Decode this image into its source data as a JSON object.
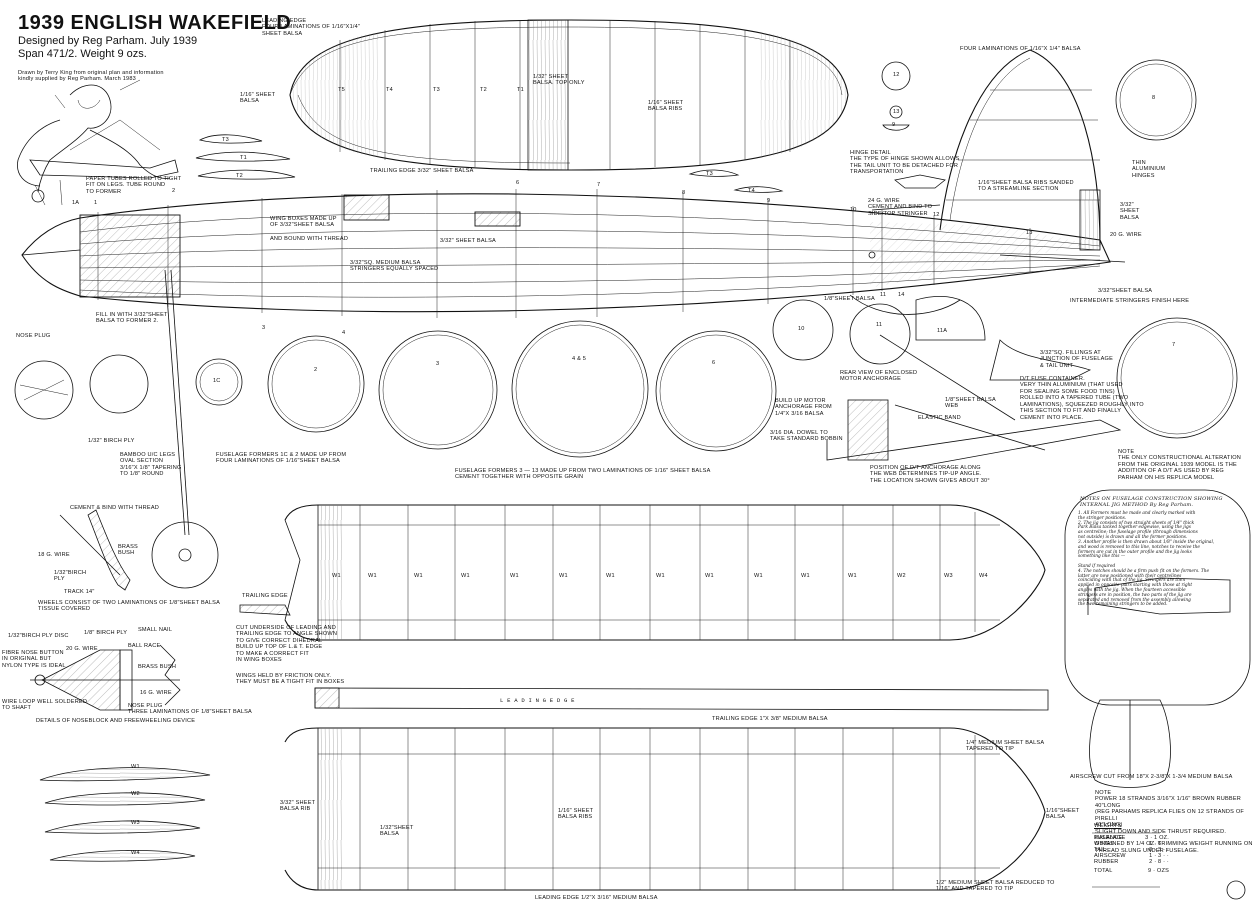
{
  "header": {
    "title": "1939 ENGLISH WAKEFIELD",
    "designer": "Designed by Reg Parham. July 1939",
    "spec": "Span 471/2.  Weight 9 ozs.",
    "drawn_by": "Drawn by Terry King from original plan and information\nkindly supplied by Reg Parham.   March 1983"
  },
  "tailplane": {
    "leading_edge": "LEADING EDGE\nFOUR LAMINATIONS OF 1/16\"X1/4\"\nSHEET BALSA",
    "sheet_balsa_left": "1/16\" SHEET\nBALSA",
    "top_only": "1/32\" SHEET\nBALSA. TOP ONLY",
    "ribs": "1/16\" SHEET\nBALSA RIBS",
    "trailing_edge": "TRAILING EDGE 3/32\" SHEET BALSA",
    "rib_labels": [
      "T5",
      "T4",
      "T3",
      "T2",
      "T1"
    ],
    "section_labels": [
      "T3",
      "T1",
      "T2",
      "T3",
      "T4"
    ]
  },
  "fin": {
    "laminations": "FOUR LAMINATIONS OF 1/16\"X 1/4\" BALSA",
    "thin_aluminium": "THIN\nALUMINIUM\nHINGES",
    "ribs": "1/16\"SHEET BALSA RIBS SANDED\nTO A STREAMLINE SECTION",
    "sheet_balsa": "3/32\"\nSHEET\nBALSA",
    "wire": "20 G. WIRE",
    "hinge_detail": "HINGE DETAIL\nTHE TYPE OF HINGE SHOWN ALLOWS\nTHE TAIL UNIT TO BE DETACHED FOR\nTRANSPORTATION",
    "wire_24": "24 G. WIRE\nCEMENT AND BIND TO\nSIDE/TOP STRINGER"
  },
  "fuselage": {
    "paper_tubes": "PAPER TUBES ROLLED TO TIGHT\nFIT ON LEGS. TUBE ROUND\nTO FORMER",
    "wing_boxes": "WING BOXES MADE UP\nOF 3/32\"SHEET BALSA",
    "bound": "AND BOUND WITH THREAD",
    "sheet_3_32": "3/32\" SHEET BALSA",
    "stringers": "3/32\"SQ. MEDIUM BALSA\nSTRINGERS EQUALLY SPACED",
    "fill_in": "FILL IN WITH 3/32\"SHEET\nBALSA TO FORMER 2.",
    "sheet_1_8": "1/8\"SHEET BALSA",
    "sheet_3_32_b": "3/32\"SHEET BALSA",
    "intermediate": "INTERMEDIATE STRINGERS FINISH HERE",
    "fillings": "3/32\"SQ. FILLINGS AT\nJUNCTION OF FUSELAGE\n& TAIL UNIT",
    "formers": [
      "1A",
      "1",
      "2",
      "3",
      "4",
      "5",
      "6",
      "7",
      "8",
      "9",
      "10",
      "11",
      "12",
      "13",
      "14"
    ],
    "formers_1c2": "FUSELAGE FORMERS 1C & 2 MADE UP FROM\nFOUR LAMINATIONS OF 1/16\"SHEET BALSA",
    "formers_3_13": "FUSELAGE FORMERS 3 — 13 MADE UP FROM TWO LAMINATIONS OF 1/16\" SHEET BALSA\nCEMENT TOGETHER WITH OPPOSITE GRAIN",
    "former_labels": [
      "1C",
      "2",
      "3",
      "4 & 5",
      "6",
      "10",
      "11",
      "11A",
      "8",
      "12",
      "13",
      "9",
      "7"
    ]
  },
  "motor": {
    "rear_view": "REAR VIEW OF ENCLOSED\nMOTOR ANCHORAGE",
    "build_up": "BUILD UP MOTOR\nANCHORAGE FROM\n1/4\"X 3/16 BALSA",
    "dowel": "3/16 DIA. DOWEL TO\nTAKE STANDARD BOBBIN",
    "web": "1/8\"SHEET BALSA\nWEB",
    "elastic": "ELASTIC BAND",
    "dt_fuse": "D/T FUSE CONTAINER.\nVERY THIN ALUMINIUM (THAT USED\nFOR SEALING SOME FOOD TINS)\nROLLED INTO A TAPERED TUBE (TWO\nLAMINATIONS), SQUEEZED ROUGHLY INTO\nTHIS SECTION TO FIT AND FINALLY\nCEMENT INTO PLACE.",
    "position": "POSITION OF D/T ANCHORAGE ALONG\nTHE WEB DETERMINES TIP-UP ANGLE.\nTHE LOCATION SHOWN GIVES ABOUT 30°"
  },
  "note_top": "NOTE\nTHE ONLY CONSTRUCTIONAL ALTERATION\nFROM THE ORIGINAL 1939 MODEL IS THE\nADDITION OF A D/T AS USED BY REG\nPARHAM ON HIS REPLICA MODEL",
  "nose": {
    "plug": "NOSE PLUG",
    "birch": "1/32\" BIRCH PLY",
    "bamboo": "BAMBOO U/C LEGS\nOVAL SECTION\n3/16\"X 1/8\" TAPERING\nTO 1/8\" ROUND",
    "cement": "CEMENT & BIND WITH THREAD",
    "wire18": "18 G. WIRE",
    "brass_bush": "BRASS\nBUSH",
    "birch_ply": "1/32\"BIRCH\nPLY",
    "track": "TRACK 14\"",
    "wheels": "WHEELS CONSIST OF TWO LAMINATIONS OF 1/8\"SHEET BALSA\nTISSUE COVERED",
    "disc": "1/32\"BIRCH PLY DISC",
    "birch_ply_18": "1/8\" BIRCH PLY",
    "small_nail": "SMALL NAIL",
    "wire20": "20 G. WIRE",
    "ball_race": "BALL RACE",
    "brass_bush2": "BRASS BUSH",
    "fibre": "FIBRE NOSE BUTTON\nIN ORIGINAL BUT\nNYLON TYPE IS IDEAL",
    "wire16": "16 G. WIRE",
    "wire_loop": "WIRE LOOP WELL SOLDERED\nTO SHAFT",
    "nose_plug2": "NOSE PLUG\nTHREE LAMINATIONS OF 1/8\"SHEET BALSA",
    "details": "DETAILS OF NOSEBLOCK AND FREEWHEELING DEVICE"
  },
  "wing": {
    "trailing_edge_label": "TRAILING EDGE",
    "cut_under": "CUT UNDERSIDE OF LEADING AND\nTRAILING EDGE TO ANGLE SHOWN\nTO GIVE CORRECT DIHEDRAL\nBUILD UP TOP OF L.& T. EDGE\nTO MAKE A CORRECT FIT\nIN WING BOXES",
    "friction": "WINGS HELD BY FRICTION ONLY.\nTHEY MUST BE A TIGHT FIT IN BOXES",
    "rib_labels": [
      "W1",
      "W1",
      "W1",
      "W1",
      "W1",
      "W1",
      "W1",
      "W1",
      "W1",
      "W1",
      "W1",
      "W1",
      "W2",
      "W3",
      "W4"
    ],
    "leading_edge_side": "L E A D I N G      E D G E",
    "trailing_edge": "TRAILING EDGE 1\"X 3/8\" MEDIUM BALSA",
    "medium_sheet": "1/4\" MEDIUM SHEET BALSA\nTAPERED TO TIP",
    "sheet_rib": "3/32\" SHEET\nBALSA RIB",
    "sheet_left": "1/32\"SHEET\nBALSA",
    "ribs": "1/16\" SHEET\nBALSA RIBS",
    "sheet_right": "1/16\"SHEET\nBALSA",
    "reduced": "1/2\" MEDIUM SHEET BALSA REDUCED TO\n1/16\" AND TAPERED TO TIP",
    "leading_edge": "LEADING EDGE 1/2\"X 3/16\" MEDIUM BALSA",
    "sections": [
      "W1",
      "W2",
      "W3",
      "W4"
    ]
  },
  "notes_jig": {
    "title": "NOTES ON FUSELAGE CONSTRUCTION SHOWING\nINTERNAL JIG METHOD By Reg Parham.",
    "body": "1. All Formers must be made and clearly marked with\n   the stringer positions.\n2. The jig consists of two straight sheets of 1/4\" thick\n   Park Balsa tacked together edgewise, using the jigs\n   as centreline; the fuselage profile (through dimensions\n   not outside) is drawn and all the former positions.\n3. Another profile is then drawn about 1/8\" inside the original,\n   and wood is removed to this line, notches to receive the\n   formers are cut in the outer profile and the jig looks\n   something like this —\n\n   Stand if required\n4. The notches should be a firm push fit on the formers. The\n   latter are now positioned with their centrelines\n   coinciding with that of the jig. Stringers are then\n   applied in opposite pairs starting with those at right\n   angles with the jig. When the fourteen accessible\n   stringers are in position, the two parts of the jig are\n   separated and removed from the assembly allowing\n   the two remaining stringers to be added."
  },
  "airscrew": "AIRSCREW  CUT FROM 18\"X 2-3/8\"X 1-3/4  MEDIUM BALSA",
  "power_note": "NOTE\nPOWER 18 STRANDS 3/16\"X 1/16\" BROWN RUBBER 40\"LONG\n(REG PARHAMS REPLICA FLIES ON 12 STRANDS OF PIRELLI\n                                         40\"LONG)\nSLIGHT DOWN AND SIDE THRUST REQUIRED. BALANCE\nOBTAINED BY 1/4 OZ. TRIMMING WEIGHT RUNNING ON\nTHREAD SLUNG UNDER FUSELAGE.",
  "weights": {
    "title": "WEIGHTS",
    "rows": [
      {
        "label": "FUSELAGE",
        "value": "3 · 1  OZ."
      },
      {
        "label": "WINGS",
        "value": "1 · 6  · ·"
      },
      {
        "label": "TAIL",
        "value": "0 · 3  · ·"
      },
      {
        "label": "AIRSCREW",
        "value": "1 · 3  · ·"
      },
      {
        "label": "RUBBER",
        "value": "2 · 8  · ·"
      }
    ],
    "total_label": "TOTAL",
    "total_value": "9 · OZS"
  }
}
